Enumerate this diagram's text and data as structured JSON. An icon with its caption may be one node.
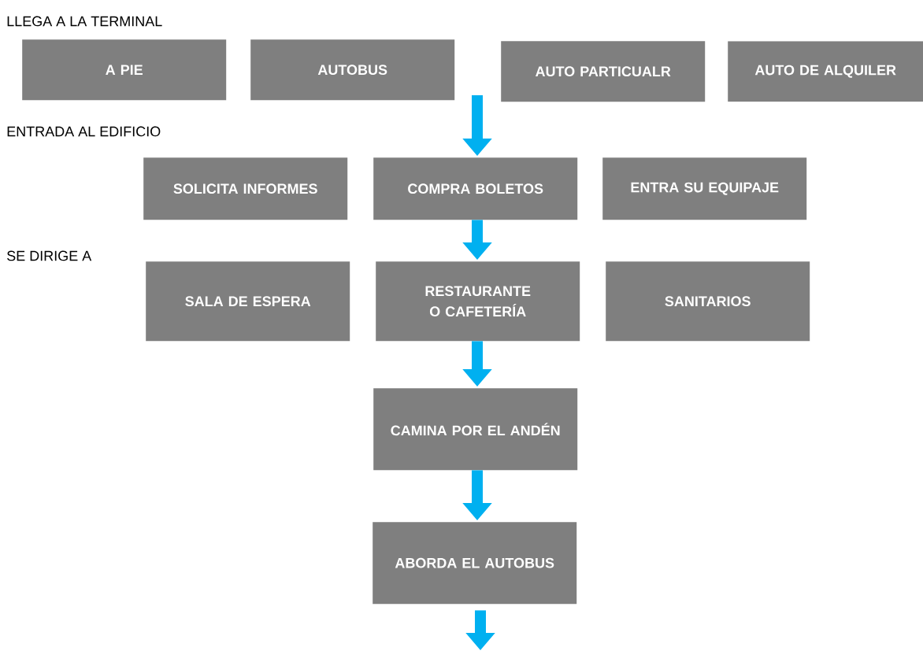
{
  "diagram": {
    "nodes": [
      {
        "text": [
          "A PIE"
        ]
      },
      {
        "text": [
          "AUTOBUS"
        ]
      },
      {
        "text": [
          "AUTO PARTICUALR"
        ]
      },
      {
        "text": [
          "AUTO DE ALQUILER"
        ]
      },
      {
        "text": [
          "SOLICITA INFORMES"
        ]
      },
      {
        "text": [
          "COMPRA BOLETOS"
        ]
      },
      {
        "text": [
          "ENTRA SU EQUIPAJE"
        ]
      },
      {
        "text": [
          "SALA DE ESPERA"
        ]
      },
      {
        "text": [
          "RESTAURANTE O CAFETERÍA"
        ]
      },
      {
        "text": [
          "SANITARIOS"
        ]
      },
      {
        "text": [
          "CAMINA POR EL ANDÉN"
        ]
      },
      {
        "text": [
          "ABORDA EL AUTOBUS"
        ]
      }
    ],
    "edges": [
      {
        "from": null,
        "to": 5,
        "arrow": "to"
      },
      {
        "from": 5,
        "to": 8,
        "arrow": "to"
      },
      {
        "from": 8,
        "to": 10,
        "arrow": "to"
      },
      {
        "from": 10,
        "to": 11,
        "arrow": "to"
      },
      {
        "from": 11,
        "to": null,
        "arrow": "to"
      }
    ],
    "labels": [
      "LLEGA A LA TERMINAL",
      "ENTRADA AL EDIFICIO",
      "SE DIRIGE A"
    ]
  }
}
